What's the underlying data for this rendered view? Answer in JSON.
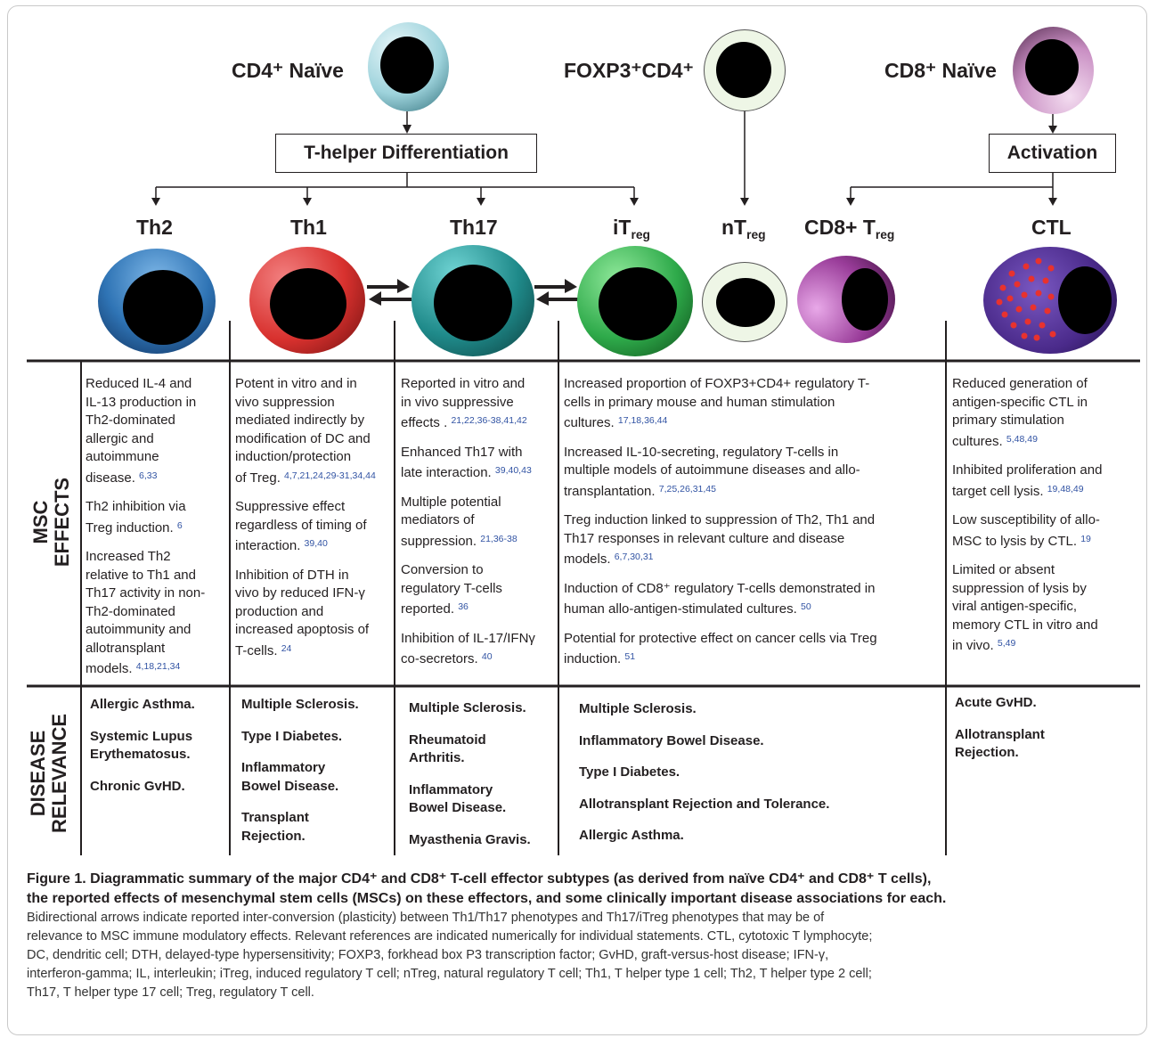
{
  "top_labels": {
    "cd4_naive": "CD4⁺ Naïve",
    "foxp3_cd4": "FOXP3⁺CD4⁺",
    "cd8_naive": "CD8⁺ Naïve"
  },
  "boxes": {
    "t_helper_differentiation": "T-helper Differentiation",
    "activation": "Activation"
  },
  "subtypes": {
    "th2": "Th2",
    "th1": "Th1",
    "th17": "Th17",
    "itreg_base": "iT",
    "nt_base": "nT",
    "reg_sub": "reg",
    "cd8_treg_base": "CD8+ T",
    "ctl": "CTL"
  },
  "row_labels": {
    "msc_line1": "MSC",
    "msc_line2": "EFFECTS",
    "disease_line1": "DISEASE",
    "disease_line2": "RELEVANCE"
  },
  "msc_effects": {
    "th2": [
      {
        "lines": [
          "Reduced IL-4 and",
          "IL-13 production in",
          "Th2-dominated",
          "allergic and",
          "autoimmune",
          "disease."
        ],
        "refs": "6,33"
      },
      {
        "lines": [
          "Th2 inhibition via",
          "Treg induction."
        ],
        "refs": "6"
      },
      {
        "lines": [
          "Increased Th2",
          "relative to Th1 and",
          "Th17 activity in non-",
          "Th2-dominated",
          "autoimmunity and",
          "allotransplant",
          "models."
        ],
        "refs": "4,18,21,34"
      }
    ],
    "th1": [
      {
        "lines": [
          "Potent in vitro and in",
          "vivo suppression",
          "mediated indirectly by",
          "modification of DC and",
          "induction/protection",
          "of Treg."
        ],
        "refs": "4,7,21,24,29-31,34,44"
      },
      {
        "lines": [
          "Suppressive effect",
          "regardless of timing of",
          "interaction."
        ],
        "refs": "39,40"
      },
      {
        "lines": [
          "Inhibition of DTH in",
          "vivo by reduced IFN-γ",
          "production and",
          "increased apoptosis of",
          "T-cells."
        ],
        "refs": "24"
      }
    ],
    "th17": [
      {
        "lines": [
          "Reported in vitro and",
          "in vivo suppressive",
          "effects ."
        ],
        "refs": "21,22,36-38,41,42"
      },
      {
        "lines": [
          "Enhanced Th17 with",
          "late interaction."
        ],
        "refs": "39,40,43"
      },
      {
        "lines": [
          "Multiple potential",
          "mediators of",
          "suppression."
        ],
        "refs": "21,36-38"
      },
      {
        "lines": [
          "Conversion to",
          "regulatory T-cells",
          "reported."
        ],
        "refs": "36"
      },
      {
        "lines": [
          "Inhibition of IL-17/IFNγ",
          "co-secretors."
        ],
        "refs": "40"
      }
    ],
    "treg": [
      {
        "lines": [
          "Increased proportion of FOXP3+CD4+ regulatory T-",
          "cells in primary mouse and human stimulation",
          "cultures."
        ],
        "refs": "17,18,36,44"
      },
      {
        "lines": [
          "Increased IL-10-secreting, regulatory T-cells in",
          "multiple models of autoimmune diseases and allo-",
          "transplantation."
        ],
        "refs": "7,25,26,31,45"
      },
      {
        "lines": [
          "Treg induction linked to suppression of Th2, Th1 and",
          "Th17 responses in relevant culture and disease",
          "models."
        ],
        "refs": "6,7,30,31"
      },
      {
        "lines": [
          "Induction of CD8⁺ regulatory T-cells demonstrated in",
          "human allo-antigen-stimulated cultures."
        ],
        "refs": "50"
      },
      {
        "lines": [
          "Potential for protective effect on cancer cells via Treg",
          "induction."
        ],
        "refs": "51"
      }
    ],
    "ctl": [
      {
        "lines": [
          "Reduced generation of",
          "antigen-specific CTL in",
          "primary stimulation",
          "cultures."
        ],
        "refs": "5,48,49"
      },
      {
        "lines": [
          "Inhibited proliferation and",
          "target cell lysis."
        ],
        "refs": "19,48,49"
      },
      {
        "lines": [
          "Low susceptibility of allo-",
          "MSC to lysis by CTL."
        ],
        "refs": "19"
      },
      {
        "lines": [
          "Limited or absent",
          "suppression of lysis by",
          "viral antigen-specific,",
          "memory CTL in vitro and",
          "in vivo."
        ],
        "refs": "5,49"
      }
    ]
  },
  "disease_relevance": {
    "th2": [
      [
        "Allergic Asthma."
      ],
      [
        "Systemic Lupus",
        "Erythematosus."
      ],
      [
        "Chronic GvHD."
      ]
    ],
    "th1": [
      [
        "Multiple Sclerosis."
      ],
      [
        "Type I Diabetes."
      ],
      [
        "Inflammatory",
        "Bowel Disease."
      ],
      [
        "Transplant",
        "Rejection."
      ]
    ],
    "th17": [
      [
        "Multiple Sclerosis."
      ],
      [
        "Rheumatoid",
        "Arthritis."
      ],
      [
        "Inflammatory",
        "Bowel Disease."
      ],
      [
        "Myasthenia Gravis."
      ]
    ],
    "treg": [
      [
        "Multiple Sclerosis."
      ],
      [
        "Inflammatory Bowel Disease."
      ],
      [
        "Type I Diabetes."
      ],
      [
        "Allotransplant Rejection and Tolerance."
      ],
      [
        "Allergic Asthma."
      ]
    ],
    "ctl": [
      [
        "Acute GvHD."
      ],
      [
        "Allotransplant",
        "Rejection."
      ]
    ]
  },
  "caption": {
    "title_lines": [
      "Figure 1. Diagrammatic summary of the major CD4⁺ and CD8⁺ T-cell effector subtypes (as derived from naïve CD4⁺ and CD8⁺ T cells),",
      "the reported effects of mesenchymal stem cells (MSCs) on these effectors, and some clinically important disease associations for each."
    ],
    "body_lines": [
      "Bidirectional arrows indicate reported inter-conversion (plasticity) between Th1/Th17 phenotypes and Th17/iTreg phenotypes that may be of",
      "relevance to MSC immune modulatory effects. Relevant references are indicated numerically for individual statements. CTL, cytotoxic T lymphocyte;",
      "DC, dendritic cell; DTH, delayed-type hypersensitivity; FOXP3, forkhead box P3 transcription factor; GvHD, graft-versus-host disease; IFN-γ,",
      "interferon-gamma; IL, interleukin; iTreg, induced regulatory T cell; nTreg, natural regulatory T cell; Th1, T helper type 1 cell; Th2, T helper type 2 cell;",
      "Th17, T helper type 17 cell; Treg, regulatory T cell."
    ]
  },
  "colors": {
    "th2": "#2f74b5",
    "th1": "#d8312e",
    "th17": "#1f8a8a",
    "itreg": "#2eaa4a",
    "ntreg": "#eef6e6",
    "cd8_treg": "#9a3d9a",
    "ctl": "#4a2a8a",
    "ref_link": "#3153a3"
  }
}
